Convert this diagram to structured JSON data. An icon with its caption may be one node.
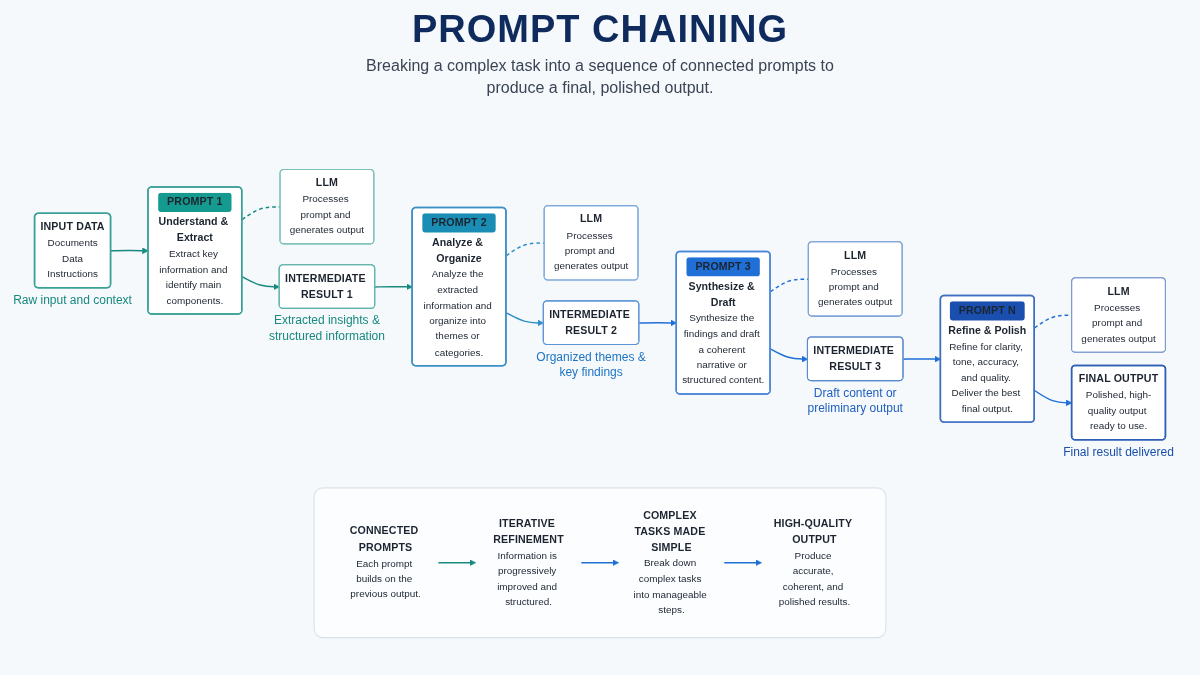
{
  "diagram": {
    "title": "PROMPT CHAINING",
    "nodes": [
      {
        "text": [
          "INPUT DATA",
          "Documents",
          "Data",
          "Instructions"
        ],
        "beside": [
          "Raw input and context"
        ]
      },
      {
        "text": [
          "PROMPT 1",
          "Understand & Extract",
          "Extract key information and identify main components."
        ]
      },
      {
        "text": [
          "LLM",
          "Processes prompt and generates output"
        ]
      },
      {
        "text": [
          "INTERMEDIATE RESULT 1"
        ],
        "beside": [
          "Extracted insights & structured information"
        ]
      },
      {
        "text": [
          "PROMPT 2",
          "Analyze & Organize",
          "Analyze the extracted information and organize into themes or categories."
        ]
      },
      {
        "text": [
          "LLM",
          "Processes prompt and generates output"
        ]
      },
      {
        "text": [
          "INTERMEDIATE RESULT 2"
        ],
        "beside": [
          "Organized themes & key findings"
        ]
      },
      {
        "text": [
          "PROMPT 3",
          "Synthesize & Draft",
          "Synthesize the findings and draft a coherent narrative or structured content."
        ]
      },
      {
        "text": [
          "LLM",
          "Processes prompt and generates output"
        ]
      },
      {
        "text": [
          "INTERMEDIATE RESULT 3"
        ],
        "beside": [
          "Draft content or preliminary output"
        ]
      },
      {
        "text": [
          "PROMPT N",
          "Refine & Polish",
          "Refine for clarity, tone, accuracy, and quality. Deliver the best final output."
        ]
      },
      {
        "text": [
          "LLM",
          "Processes prompt and generates output"
        ]
      },
      {
        "text": [
          "FINAL OUTPUT",
          "Polished, high-quality output ready to use."
        ],
        "beside": [
          "Final result delivered"
        ]
      },
      {
        "text": [],
        "shape": "box"
      },
      {
        "text": [
          "CONNECTED PROMPTS",
          "Each prompt builds on the previous output."
        ],
        "in": 13
      },
      {
        "text": [
          "ITERATIVE REFINEMENT",
          "Information is progressively improved and structured."
        ],
        "in": 13
      },
      {
        "text": [
          "COMPLEX TASKS MADE SIMPLE",
          "Break down complex tasks into manageable steps."
        ],
        "in": 13
      },
      {
        "text": [
          "HIGH-QUALITY OUTPUT",
          "Produce accurate, coherent, and polished results."
        ],
        "in": 13
      }
    ],
    "edges": [
      {
        "from": 0,
        "to": 1,
        "arrow": "to",
        "color": "#17897f"
      },
      {
        "from": 1,
        "to": 2,
        "arrow": "none",
        "style": "dashed",
        "color": "#17897f"
      },
      {
        "from": 1,
        "to": 3,
        "arrow": "to",
        "color": "#17897f"
      },
      {
        "from": 3,
        "to": 4,
        "arrow": "to",
        "color": "#17897f"
      },
      {
        "from": 4,
        "to": 5,
        "arrow": "none",
        "style": "dashed",
        "color": "#2f8fc8"
      },
      {
        "from": 4,
        "to": 6,
        "arrow": "to",
        "color": "#2f8fc8"
      },
      {
        "from": 6,
        "to": 7,
        "arrow": "to"
      },
      {
        "from": 7,
        "to": 8,
        "arrow": "none",
        "style": "dashed"
      },
      {
        "from": 7,
        "to": 9,
        "arrow": "to"
      },
      {
        "from": 9,
        "to": 10,
        "arrow": "to"
      },
      {
        "from": 10,
        "to": 11,
        "arrow": "none",
        "style": "dashed"
      },
      {
        "from": 10,
        "to": 12,
        "arrow": "to"
      },
      {
        "from": 14,
        "to": 15,
        "arrow": "to",
        "color": "#17897f"
      },
      {
        "from": 15,
        "to": 16,
        "arrow": "to"
      },
      {
        "from": 16,
        "to": 17,
        "arrow": "to"
      }
    ],
    "labels": [
      "Breaking a complex task into a sequence of connected prompts to produce a final, polished output."
    ]
  }
}
